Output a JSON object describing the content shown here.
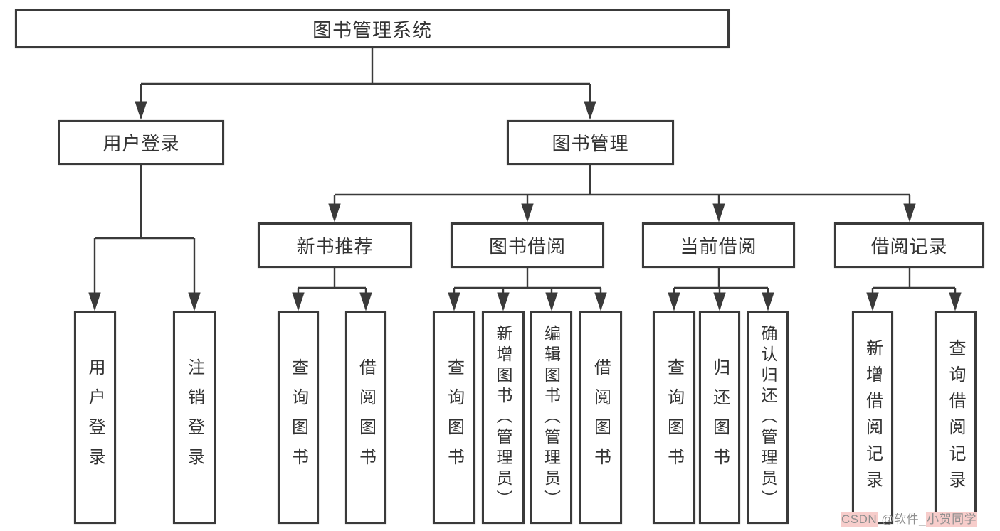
{
  "diagram": {
    "title": "图书管理系统",
    "colors": {
      "line": "#3a3a3a",
      "box_border": "#3a3a3a",
      "text": "#333333",
      "watermark_text": "#8f8f8f",
      "watermark_highlight": "#f7cdcb"
    },
    "nodes": {
      "root": "图书管理系统",
      "user_login": "用户登录",
      "book_mgmt": "图书管理",
      "new_book_rec": "新书推荐",
      "book_borrow": "图书借阅",
      "current_borrow": "当前借阅",
      "borrow_records": "借阅记录",
      "leaf_login": "用户登录",
      "leaf_logout": "注销登录",
      "rec_query_books": "查询图书",
      "rec_borrow_books": "借阅图书",
      "bb_query_books": "查询图书",
      "bb_add_books": "新增图书（管理员）",
      "bb_edit_books": "编辑图书（管理员）",
      "bb_borrow_books": "借阅图书",
      "cb_query_books": "查询图书",
      "cb_return_books": "归还图书",
      "cb_confirm_return": "确认归还（管理员）",
      "br_add_record": "新增借阅记录",
      "br_query_record": "查询借阅记录"
    }
  },
  "watermark": {
    "site": "CSDN",
    "middle": " @软件_",
    "name": "小贺同学"
  }
}
